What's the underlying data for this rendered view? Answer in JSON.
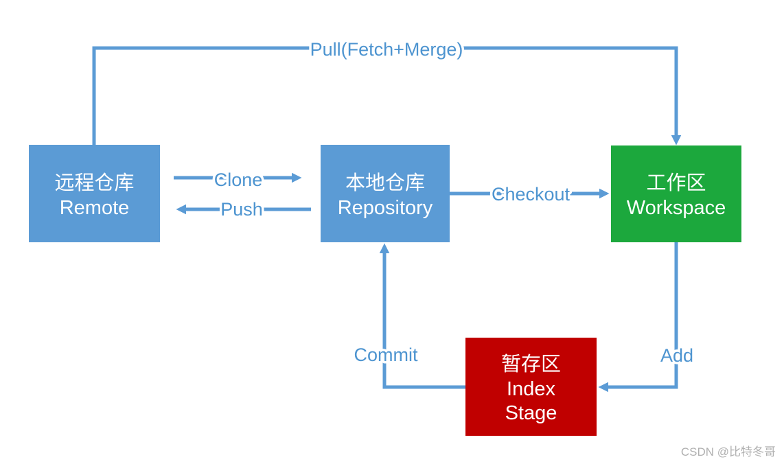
{
  "colors": {
    "line": "#5B9BD5",
    "edge_label": "#4D94D0",
    "node_blue": "#5B9BD5",
    "node_green": "#1CA83D",
    "node_red": "#C00000",
    "node_text": "#FFFFFF",
    "watermark": "#B0B0B0"
  },
  "nodes": {
    "remote": {
      "title_zh": "远程仓库",
      "title_en": "Remote"
    },
    "repository": {
      "title_zh": "本地仓库",
      "title_en": "Repository"
    },
    "workspace": {
      "title_zh": "工作区",
      "title_en": "Workspace"
    },
    "index": {
      "title_zh": "暂存区",
      "title_en_line1": "Index",
      "title_en_line2": "Stage"
    }
  },
  "edges": {
    "pull": "Pull(Fetch+Merge)",
    "clone": "Clone",
    "push": "Push",
    "checkout": "Checkout",
    "add": "Add",
    "commit": "Commit"
  },
  "watermark": "CSDN @比特冬哥"
}
